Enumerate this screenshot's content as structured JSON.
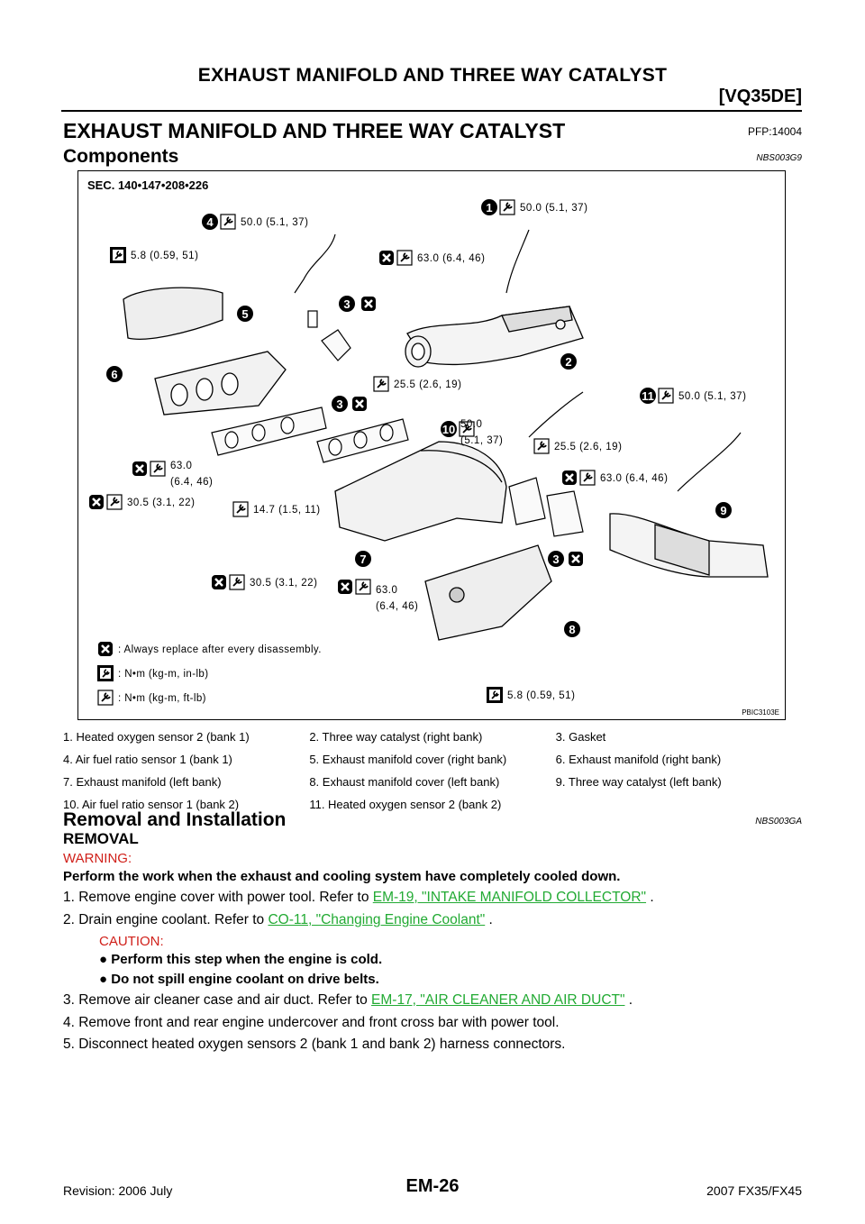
{
  "header": {
    "title": "EXHAUST MANIFOLD AND THREE WAY CATALYST",
    "engine": "[VQ35DE]"
  },
  "section": {
    "title": "EXHAUST MANIFOLD AND THREE WAY CATALYST",
    "pfp": "PFP:14004"
  },
  "components": {
    "heading": "Components",
    "code": "NBS003G9"
  },
  "figure": {
    "sec": "SEC. 140•147•208•226",
    "image_code": "PBIC3103E",
    "callouts": [
      "1",
      "2",
      "3",
      "3",
      "3",
      "4",
      "5",
      "6",
      "7",
      "8",
      "9",
      "10",
      "11"
    ],
    "torques": {
      "t4": "50.0 (5.1, 37)",
      "t1": "50.0 (5.1, 37)",
      "t_cover_r": "5.8 (0.59, 51)",
      "t_nut_r": "63.0 (6.4, 46)",
      "t_sensor_r": "25.5 (2.6, 19)",
      "t11": "50.0 (5.1, 37)",
      "t10a": "50.0",
      "t10b": "(5.1, 37)",
      "t_sensor_l": "25.5 (2.6, 19)",
      "t_nut_ra": "63.0",
      "t_nut_rb": "(6.4, 46)",
      "t_nut_l": "63.0 (6.4, 46)",
      "t_stud_r": "30.5 (3.1, 22)",
      "t_stud": "14.7 (1.5, 11)",
      "t_stud_l": "30.5 (3.1, 22)",
      "t_nut_la": "63.0",
      "t_nut_lb": "(6.4, 46)",
      "t_cover_l": "5.8 (0.59, 51)"
    },
    "legend": {
      "replace": ": Always replace after every disassembly.",
      "inlb": ": N•m (kg-m, in-lb)",
      "ftlb": ": N•m (kg-m, ft-lb)"
    }
  },
  "parts": [
    "1.   Heated oxygen sensor 2 (bank 1)",
    "2.   Three way catalyst (right bank)",
    "3.   Gasket",
    "4.   Air fuel ratio sensor 1 (bank 1)",
    "5.   Exhaust manifold cover (right bank)",
    "6.   Exhaust manifold (right bank)",
    "7.   Exhaust manifold (left bank)",
    "8.   Exhaust manifold cover (left bank)",
    "9.   Three way catalyst (left bank)",
    "10.  Air fuel ratio sensor 1 (bank 2)",
    "11.  Heated oxygen sensor 2 (bank 2)"
  ],
  "removal": {
    "heading": "Removal and Installation",
    "code": "NBS003GA",
    "sub": "REMOVAL",
    "warning_label": "WARNING:",
    "warning_text": "Perform the work when the exhaust and cooling system have completely cooled down.",
    "steps": [
      {
        "pre": "1.  Remove engine cover with power tool. Refer to ",
        "link": "EM-19, \"INTAKE MANIFOLD COLLECTOR\"",
        "post": " ."
      },
      {
        "pre": "2.  Drain engine coolant. Refer to ",
        "link": "CO-11, \"Changing Engine Coolant\"",
        "post": " ."
      },
      {
        "pre": "3.  Remove air cleaner case and air duct. Refer to ",
        "link": "EM-17, \"AIR CLEANER AND AIR DUCT\"",
        "post": " ."
      },
      {
        "pre": "4.  Remove front and rear engine undercover and front cross bar with power tool.",
        "link": "",
        "post": ""
      },
      {
        "pre": "5.  Disconnect heated oxygen sensors 2 (bank 1 and bank 2) harness connectors.",
        "link": "",
        "post": ""
      }
    ],
    "caution_label": "CAUTION:",
    "cautions": [
      "Perform this step when the engine is cold.",
      "Do not spill engine coolant on drive belts."
    ]
  },
  "footer": {
    "revision": "Revision: 2006 July",
    "page": "EM-26",
    "model": "2007 FX35/FX45"
  }
}
